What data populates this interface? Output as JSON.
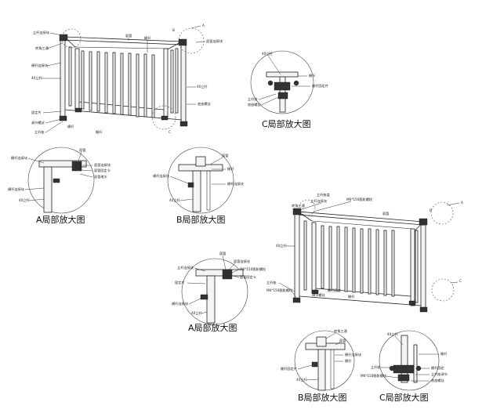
{
  "labels": {
    "a": "A",
    "b": "B",
    "c": "C",
    "upright_conn": "立杆连接块",
    "corner_tee": "转角三通",
    "rail_conn": "横杆连接块",
    "pole40": "40立杆",
    "top_rail": "面管",
    "bar": "栅杆",
    "fix_piece": "固定片",
    "adjust_screw": "调节螺丝",
    "base_screw": "底座螺丝",
    "bar_fixed_piece": "栅杆固定片",
    "upright_seat": "立杆座",
    "rail": "横杆",
    "cover_conn": "面管连接块",
    "end_plug": "面管固定卡",
    "cap_cover": "面管堵头",
    "bar_conn": "栅杆连接块",
    "bar_fixed": "栅杆固定",
    "upright_adjust": "立杆座调节",
    "bolt150": "M6*150膨胀螺栓",
    "upright_seat_cover": "立杆座盖"
  },
  "captions": {
    "c_top": "C局部放大图",
    "a_left": "A局部放大图",
    "b_left": "B局部放大图",
    "a_mid": "A局部放大图",
    "b_bottom": "B局部放大图",
    "c_bottom": "C局部放大图"
  }
}
